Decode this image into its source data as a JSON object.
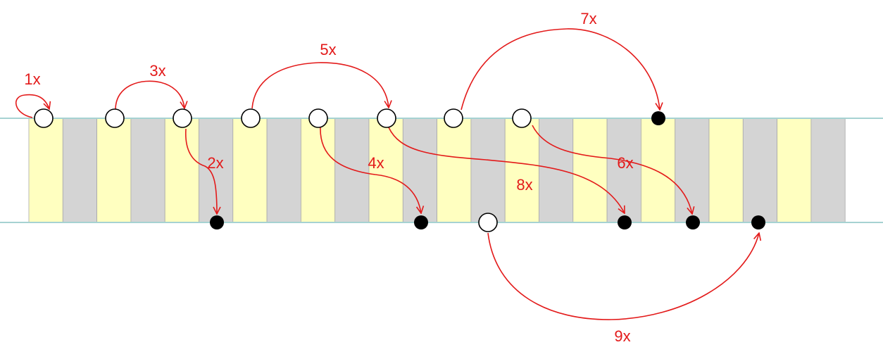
{
  "colors": {
    "yellow_strip": "#ffffc0",
    "gray_strip": "#d4d4d4",
    "strip_border": "#a8a8a8",
    "rail": "#a6d2d2",
    "arrow": "#e31a1a",
    "open_circle_fill": "#ffffff",
    "open_circle_stroke": "#000000",
    "filled_circle": "#000000"
  },
  "strip_count": 24,
  "arrows": [
    {
      "id": "1x",
      "label": "1x"
    },
    {
      "id": "2x",
      "label": "2x"
    },
    {
      "id": "3x",
      "label": "3x"
    },
    {
      "id": "4x",
      "label": "4x"
    },
    {
      "id": "5x",
      "label": "5x"
    },
    {
      "id": "6x",
      "label": "6x"
    },
    {
      "id": "7x",
      "label": "7x"
    },
    {
      "id": "8x",
      "label": "8x"
    },
    {
      "id": "9x",
      "label": "9x"
    }
  ]
}
